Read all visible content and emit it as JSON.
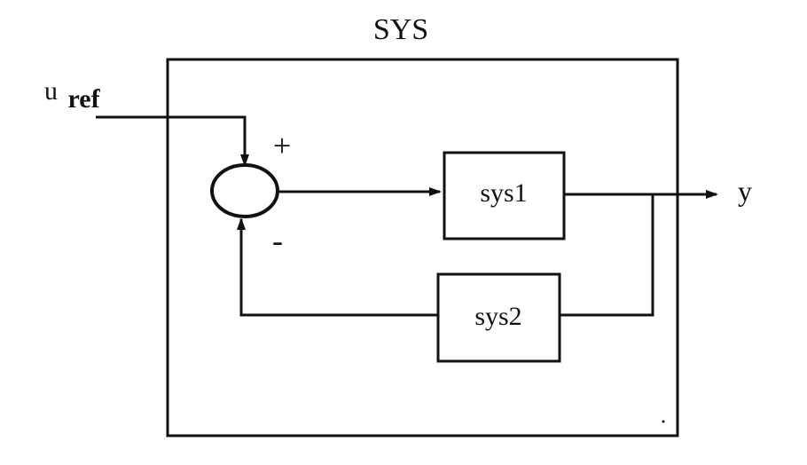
{
  "diagram": {
    "outer_label": "SYS",
    "input_label": "u",
    "input_subscript": "ref",
    "output_label": "y",
    "plus_sign": "+",
    "minus_sign": "-",
    "block1_label": "sys1",
    "block2_label": "sys2"
  }
}
